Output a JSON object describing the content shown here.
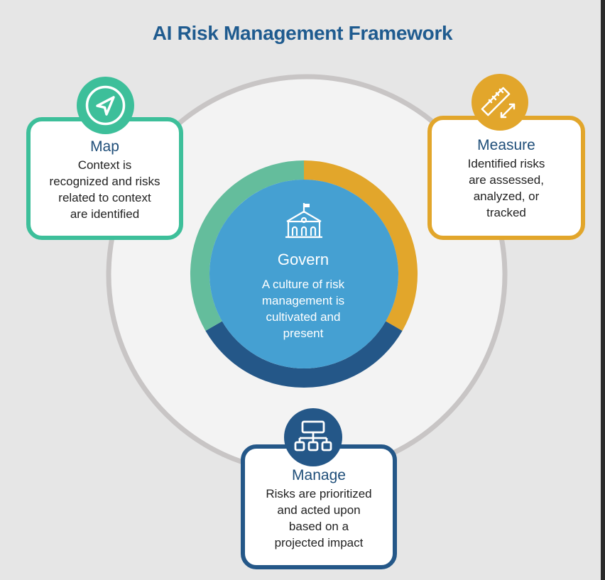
{
  "title": "AI Risk Management Framework",
  "center": {
    "title": "Govern",
    "description_lines": [
      "A culture of risk",
      "management is",
      "cultivated and",
      "present"
    ],
    "icon": "school-building-icon"
  },
  "functions": {
    "map": {
      "title": "Map",
      "description_lines": [
        "Context is",
        "recognized and risks",
        "related to context",
        "are identified"
      ],
      "icon": "navigation-arrow-icon",
      "color": "#3dbf9a"
    },
    "measure": {
      "title": "Measure",
      "description_lines": [
        "Identified risks",
        "are assessed,",
        "analyzed, or",
        "tracked"
      ],
      "icon": "ruler-icon",
      "color": "#e2a62b"
    },
    "manage": {
      "title": "Manage",
      "description_lines": [
        "Risks are prioritized",
        "and acted upon",
        "based on a",
        "projected impact"
      ],
      "icon": "hierarchy-icon",
      "color": "#245788"
    }
  },
  "colors": {
    "title": "#1f5b8f",
    "govern_fill": "#45a0d2",
    "ring_outline": "#c8c5c5",
    "ring_fill": "#f3f3f3",
    "background": "#e6e6e6"
  }
}
